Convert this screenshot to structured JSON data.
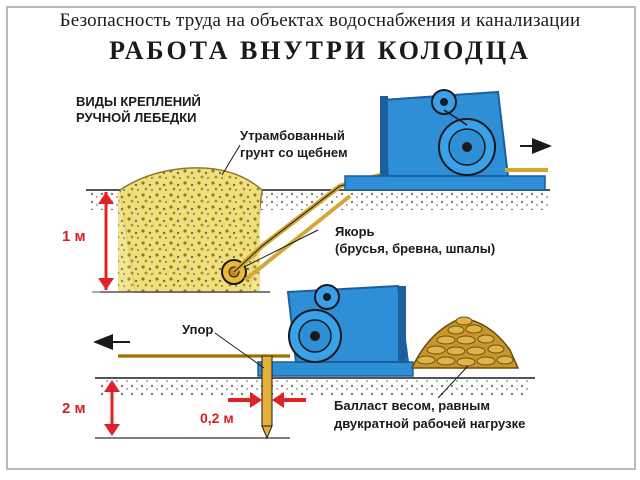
{
  "header": {
    "title": "Безопасность труда на объектах водоснабжения и канализации",
    "subtitle": "РАБОТА ВНУТРИ КОЛОДЦА"
  },
  "labels": {
    "winch_mounting_line1": "ВИДЫ КРЕПЛЕНИЙ",
    "winch_mounting_line2": "РУЧНОЙ ЛЕБЕДКИ",
    "compacted_soil_line1": "Утрамбованный",
    "compacted_soil_line2": "грунт со щебнем",
    "anchor_line1": "Якорь",
    "anchor_line2": "(брусья, бревна, шпалы)",
    "stop": "Упор",
    "ballast_line1": "Балласт весом, равным",
    "ballast_line2": "двукратной рабочей нагрузке"
  },
  "dimensions": {
    "anchor_depth": "1 м",
    "stop_depth": "2 м",
    "stop_width": "0,2 м"
  },
  "colors": {
    "winch_blue": "#2f8fd6",
    "winch_dark": "#1c5f9c",
    "dimension_red": "#e02222",
    "soil": "#e8d24a",
    "ballast": "#c9962c",
    "ground": "#8a8a8a"
  }
}
